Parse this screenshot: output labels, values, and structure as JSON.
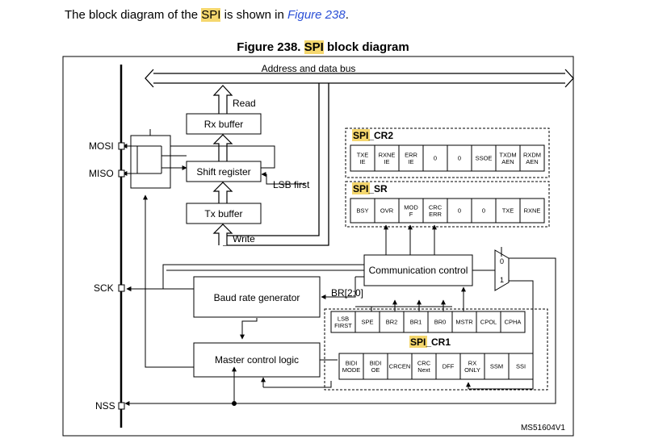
{
  "intro": {
    "prefix": "The block diagram of the ",
    "highlight": "SPI",
    "middle": " is shown in ",
    "link": "Figure 238",
    "suffix": "."
  },
  "figure": {
    "caption_prefix": "Figure 238. ",
    "caption_highlight": "SPI",
    "caption_suffix": " block diagram",
    "bus_label": "Address and data bus",
    "read_label": "Read",
    "write_label": "Write",
    "lsb_label": "LSB first",
    "br_label": "BR[2:0]",
    "mux_0": "0",
    "mux_1": "1",
    "ref": "MS51604V1"
  },
  "pins": {
    "mosi": "MOSI",
    "miso": "MISO",
    "sck": "SCK",
    "nss": "NSS"
  },
  "blocks": {
    "rx": "Rx buffer",
    "shift": "Shift register",
    "tx": "Tx buffer",
    "baud": "Baud rate generator",
    "comm": "Communication control",
    "master": "Master control logic"
  },
  "registers": {
    "cr2": {
      "title_hl": "SPI",
      "title_rest": "_CR2",
      "cells": [
        [
          "TXE",
          "IE"
        ],
        [
          "RXNE",
          "IE"
        ],
        [
          "ERR",
          "IE"
        ],
        [
          "0"
        ],
        [
          "0"
        ],
        [
          "SSOE"
        ],
        [
          "TXDM",
          "AEN"
        ],
        [
          "RXDM",
          "AEN"
        ]
      ]
    },
    "sr": {
      "title_hl": "SPI",
      "title_rest": "_SR",
      "cells": [
        [
          "BSY"
        ],
        [
          "OVR"
        ],
        [
          "MOD",
          "F"
        ],
        [
          "CRC",
          "ERR"
        ],
        [
          "0"
        ],
        [
          "0"
        ],
        [
          "TXE"
        ],
        [
          "RXNE"
        ]
      ]
    },
    "cr1": {
      "title_hl": "SPI",
      "title_rest": "_CR1",
      "row1": [
        [
          "LSB",
          "FIRST"
        ],
        [
          "SPE"
        ],
        [
          "BR2"
        ],
        [
          "BR1"
        ],
        [
          "BR0"
        ],
        [
          "MSTR"
        ],
        [
          "CPOL"
        ],
        [
          "CPHA"
        ]
      ],
      "row2": [
        [
          "BIDI",
          "MODE"
        ],
        [
          "BIDI",
          "OE"
        ],
        [
          "CRCEN"
        ],
        [
          "CRC",
          "Next"
        ],
        [
          "DFF"
        ],
        [
          "RX",
          "ONLY"
        ],
        [
          "SSM"
        ],
        [
          "SSI"
        ]
      ]
    }
  }
}
